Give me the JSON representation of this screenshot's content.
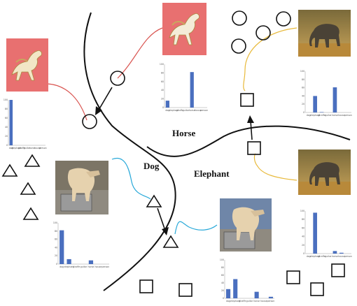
{
  "regions": {
    "horse_label": "Horse",
    "dog_label": "Dog",
    "elephant_label": "Elephant"
  },
  "images": {
    "horse_1": "horse-thumbnail",
    "horse_2": "horse-thumbnail",
    "elephant_1": "elephant-thumbnail",
    "elephant_2": "elephant-thumbnail",
    "dog_1": "dog-thumbnail",
    "dog_2": "dog-thumbnail"
  },
  "colors": {
    "bar": "#4a6fbf",
    "horse_link": "#d9534f",
    "dog_link": "#29a9d9",
    "elephant_link": "#e8b93a",
    "boundary": "#111111",
    "horse_bg": "#e76f6f"
  },
  "chart_data": [
    {
      "type": "bar",
      "id": "chart-horse-left",
      "categories": [
        "dog",
        "elephant",
        "giraffe",
        "guitar",
        "horse",
        "house",
        "person"
      ],
      "values": [
        100,
        0,
        0,
        0,
        0,
        0,
        0
      ],
      "ylim": [
        0,
        100
      ],
      "yticks": [
        "0",
        "20",
        "40",
        "60",
        "80",
        "100"
      ]
    },
    {
      "type": "bar",
      "id": "chart-horse-center",
      "categories": [
        "dog",
        "elephant",
        "giraffe",
        "guitar",
        "horse",
        "house",
        "person"
      ],
      "values": [
        16,
        0,
        0,
        0,
        82,
        0,
        0
      ],
      "ylim": [
        0,
        100
      ],
      "yticks": [
        "0",
        "20",
        "40",
        "60",
        "80",
        "100"
      ]
    },
    {
      "type": "bar",
      "id": "chart-elephant-top",
      "categories": [
        "dog",
        "elephant",
        "giraffe",
        "guitar",
        "horse",
        "house",
        "person"
      ],
      "values": [
        0,
        40,
        1,
        0,
        61,
        0,
        0
      ],
      "ylim": [
        0,
        100
      ],
      "yticks": [
        "0",
        "20",
        "40",
        "60",
        "80",
        "100"
      ]
    },
    {
      "type": "bar",
      "id": "chart-dog-left",
      "categories": [
        "dog",
        "elephant",
        "giraffe",
        "guitar",
        "horse",
        "house",
        "person"
      ],
      "values": [
        82,
        12,
        0,
        0,
        9,
        0,
        0
      ],
      "ylim": [
        0,
        100
      ],
      "yticks": [
        "0",
        "20",
        "40",
        "60",
        "80",
        "100"
      ]
    },
    {
      "type": "bar",
      "id": "chart-dog-bottom",
      "categories": [
        "dog",
        "elephant",
        "giraffe",
        "guitar",
        "horse",
        "house",
        "person"
      ],
      "values": [
        24,
        50,
        0,
        0,
        17,
        0,
        4
      ],
      "ylim": [
        0,
        100
      ],
      "yticks": [
        "0",
        "20",
        "40",
        "60",
        "80",
        "100"
      ]
    },
    {
      "type": "bar",
      "id": "chart-elephant-bottom",
      "categories": [
        "dog",
        "elephant",
        "giraffe",
        "guitar",
        "horse",
        "house",
        "person"
      ],
      "values": [
        0,
        96,
        0,
        0,
        6,
        2,
        0
      ],
      "ylim": [
        0,
        100
      ],
      "yticks": [
        "0",
        "20",
        "40",
        "60",
        "80",
        "100"
      ]
    }
  ]
}
